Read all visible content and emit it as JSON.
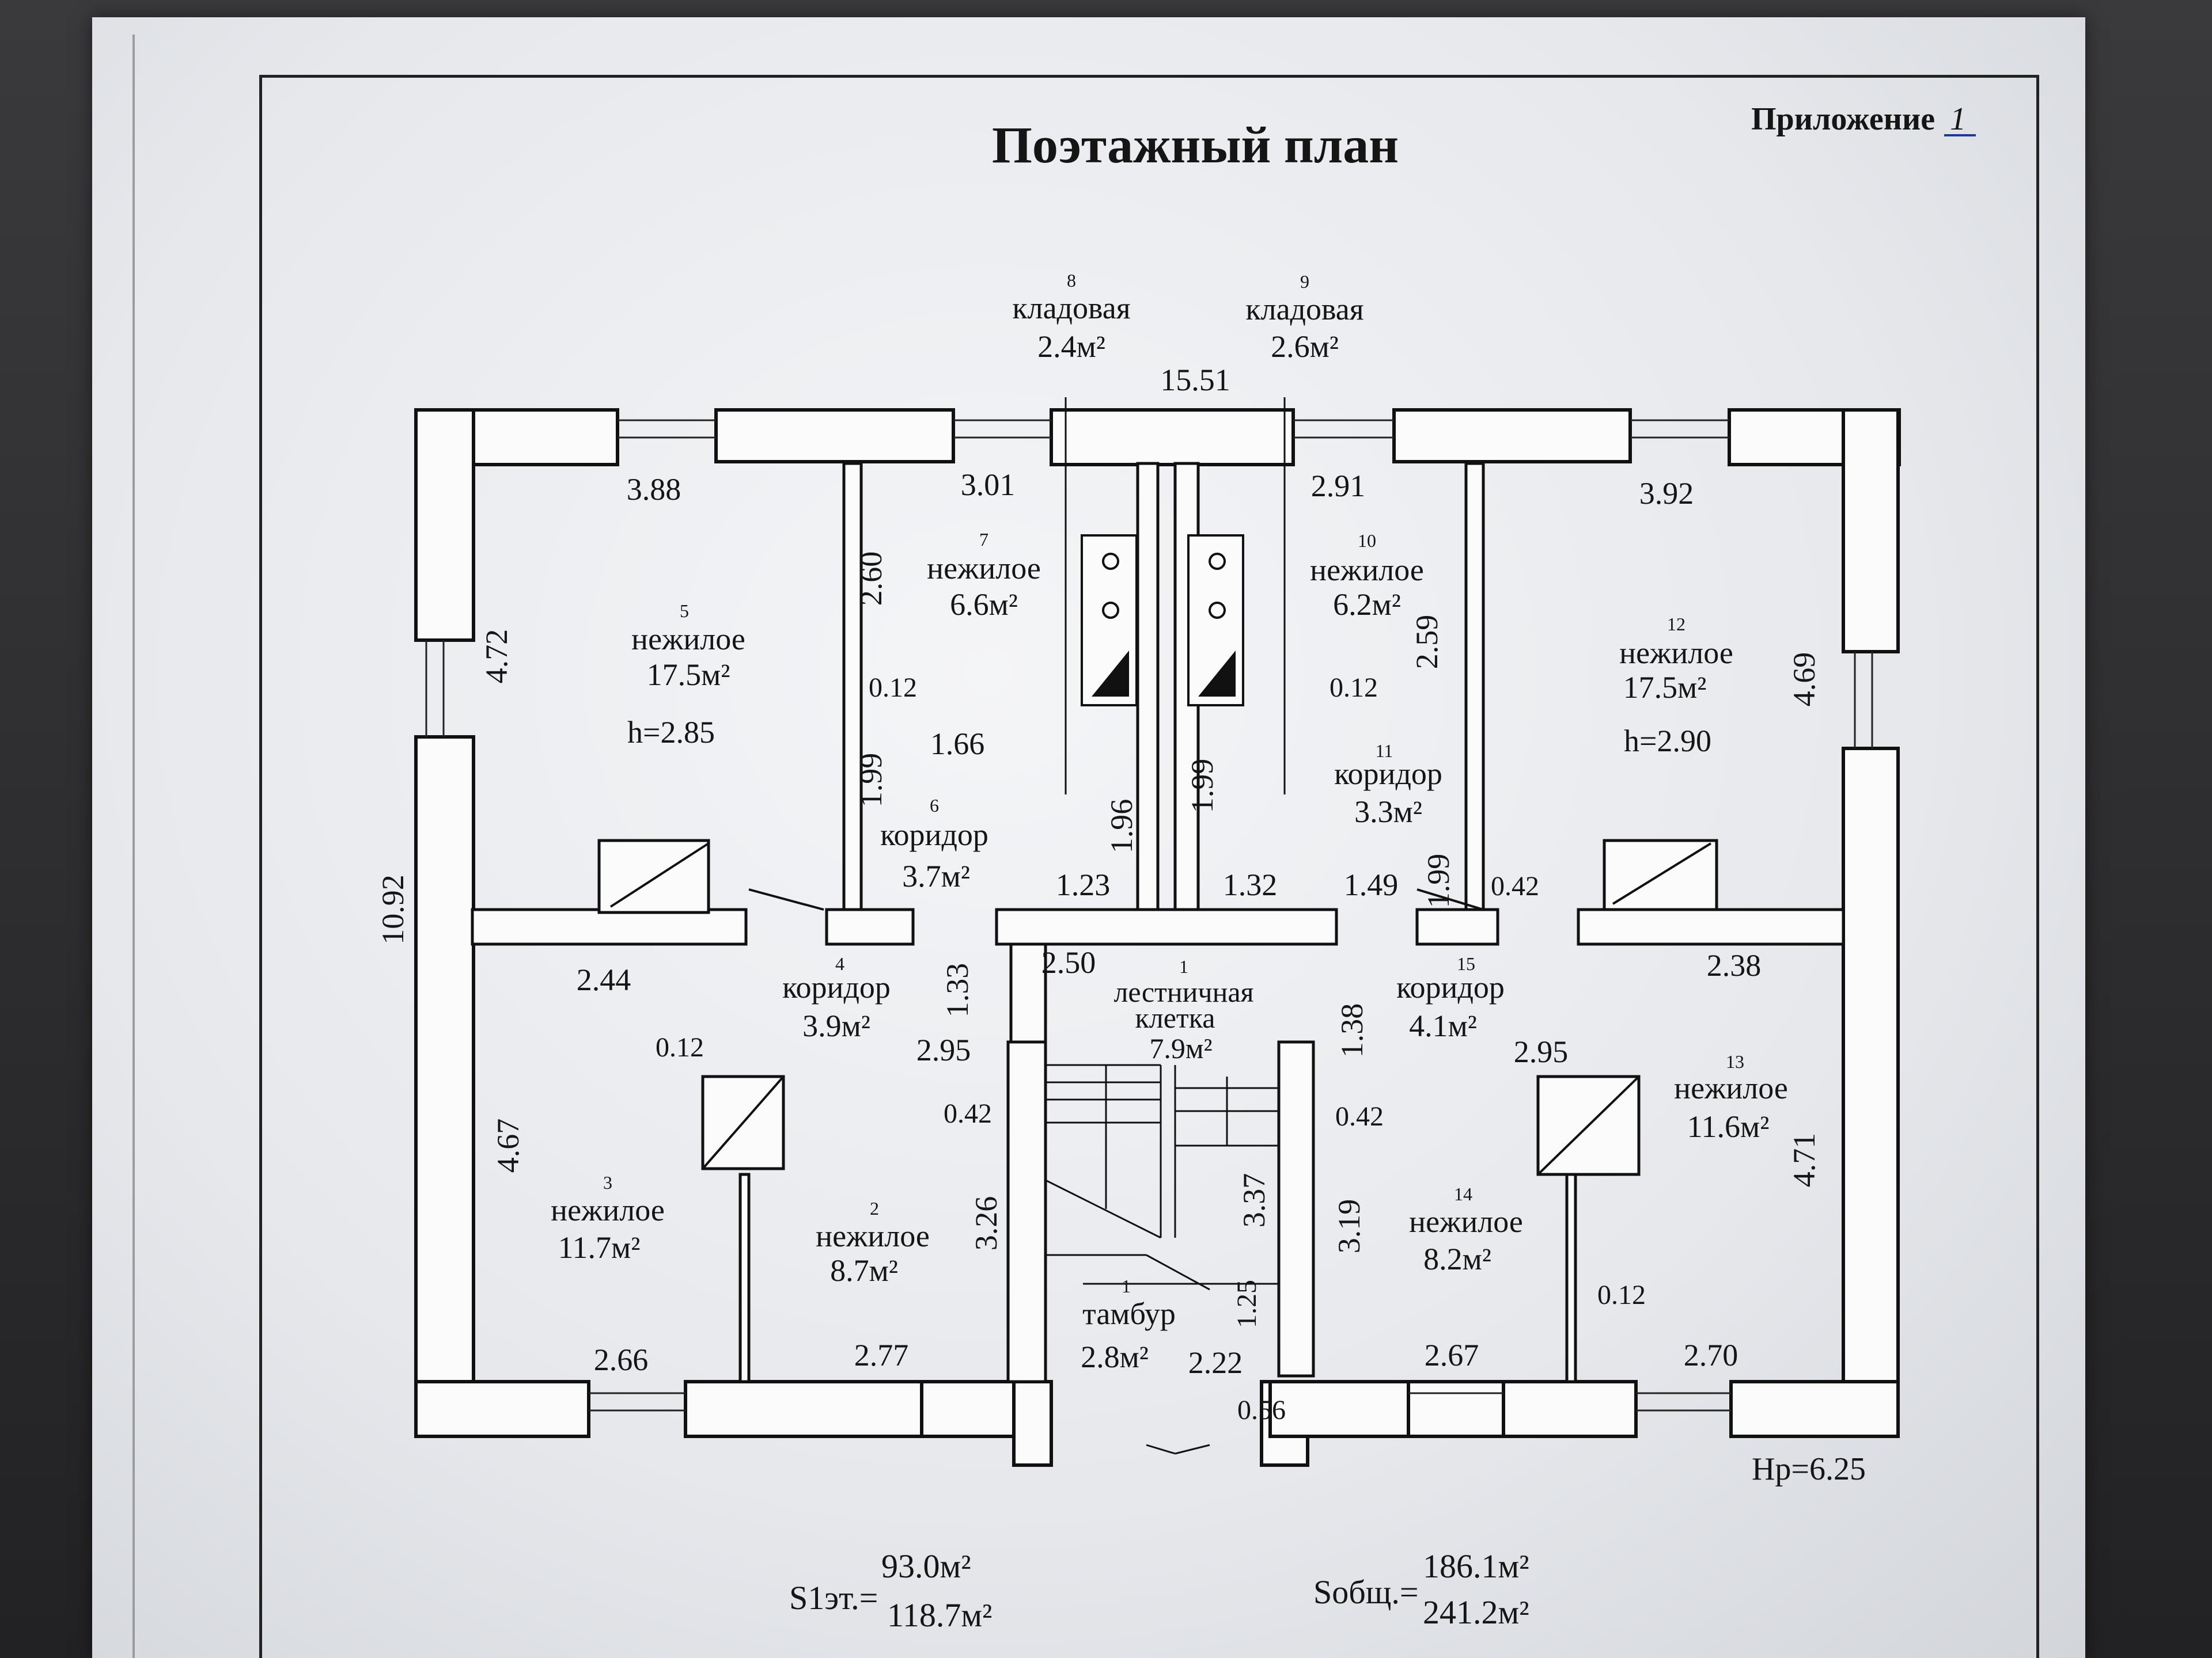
{
  "appendix": {
    "label": "Приложение",
    "number": "1"
  },
  "title": "Поэтажный план",
  "overall_dims": {
    "top": "15.51",
    "left": "10.92"
  },
  "height_mark": "Hр=6.25",
  "rooms": [
    {
      "id": "r1",
      "num": "1",
      "name": "лестничная",
      "name2": "клетка",
      "area": "7.9м²"
    },
    {
      "id": "r1t",
      "num": "1",
      "name": "тамбур",
      "area": "2.8м²"
    },
    {
      "id": "r2",
      "num": "2",
      "name": "нежилое",
      "area": "8.7м²"
    },
    {
      "id": "r3",
      "num": "3",
      "name": "нежилое",
      "area": "11.7м²"
    },
    {
      "id": "r4",
      "num": "4",
      "name": "коридор",
      "area": "3.9м²"
    },
    {
      "id": "r5",
      "num": "5",
      "name": "нежилое",
      "area": "17.5м²",
      "height": "h=2.85"
    },
    {
      "id": "r6",
      "num": "6",
      "name": "коридор",
      "area": "3.7м²"
    },
    {
      "id": "r7",
      "num": "7",
      "name": "нежилое",
      "area": "6.6м²"
    },
    {
      "id": "r8",
      "num": "8",
      "name": "кладовая",
      "area": "2.4м²"
    },
    {
      "id": "r9",
      "num": "9",
      "name": "кладовая",
      "area": "2.6м²"
    },
    {
      "id": "r10",
      "num": "10",
      "name": "нежилое",
      "area": "6.2м²"
    },
    {
      "id": "r11",
      "num": "11",
      "name": "коридор",
      "area": "3.3м²"
    },
    {
      "id": "r12",
      "num": "12",
      "name": "нежилое",
      "area": "17.5м²",
      "height": "h=2.90"
    },
    {
      "id": "r13",
      "num": "13",
      "name": "нежилое",
      "area": "11.6м²"
    },
    {
      "id": "r14",
      "num": "14",
      "name": "нежилое",
      "area": "8.2м²"
    },
    {
      "id": "r15",
      "num": "15",
      "name": "коридор",
      "area": "4.1м²"
    }
  ],
  "dimensions": {
    "d388": "3.88",
    "d301": "3.01",
    "d291": "2.91",
    "d392": "3.92",
    "d472": "4.72",
    "d469": "4.69",
    "d260": "2.60",
    "d259": "2.59",
    "d012a": "0.12",
    "d012b": "0.12",
    "d012c": "0.12",
    "d012d": "0.12",
    "d166": "1.66",
    "d199a": "1.99",
    "d199b": "1.99",
    "d199c": "1.99",
    "d196": "1.96",
    "d123": "1.23",
    "d132": "1.32",
    "d149": "1.49",
    "d042a": "0.42",
    "d250": "2.50",
    "d133": "1.33",
    "d138": "1.38",
    "d244": "2.44",
    "d238": "2.38",
    "d295a": "2.95",
    "d295b": "2.95",
    "d467": "4.67",
    "d471": "4.71",
    "d042b": "0.42",
    "d042c": "0.42",
    "d326": "3.26",
    "d337": "3.37",
    "d319": "3.19",
    "d125": "1.25",
    "d266": "2.66",
    "d277": "2.77",
    "d222": "2.22",
    "d267": "2.67",
    "d270": "2.70",
    "d056": "0.56"
  },
  "summary": {
    "s1_label": "S1эт.=",
    "s1_val1": "93.0м²",
    "s1_val2": "118.7м²",
    "s2_label": "Sобщ.=",
    "s2_val1": "186.1м²",
    "s2_val2": "241.2м²"
  }
}
